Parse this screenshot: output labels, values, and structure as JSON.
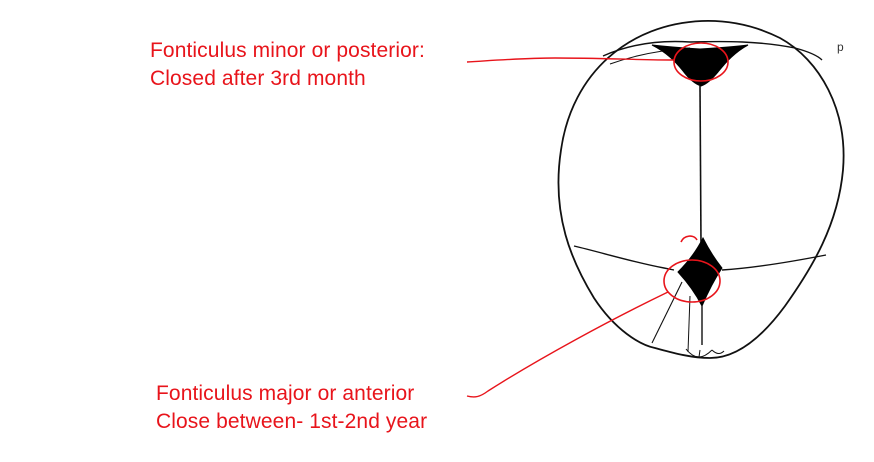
{
  "labels": {
    "posterior": {
      "line1": "Fonticulus minor or posterior:",
      "line2": "Closed after 3rd month"
    },
    "anterior": {
      "line1": "Fonticulus major or anterior",
      "line2": "Close between- 1st-2nd year"
    }
  },
  "corner_mark": "p",
  "colors": {
    "annotation": "#e8141b",
    "outline": "#111111",
    "fontanelle_fill": "#000000"
  }
}
